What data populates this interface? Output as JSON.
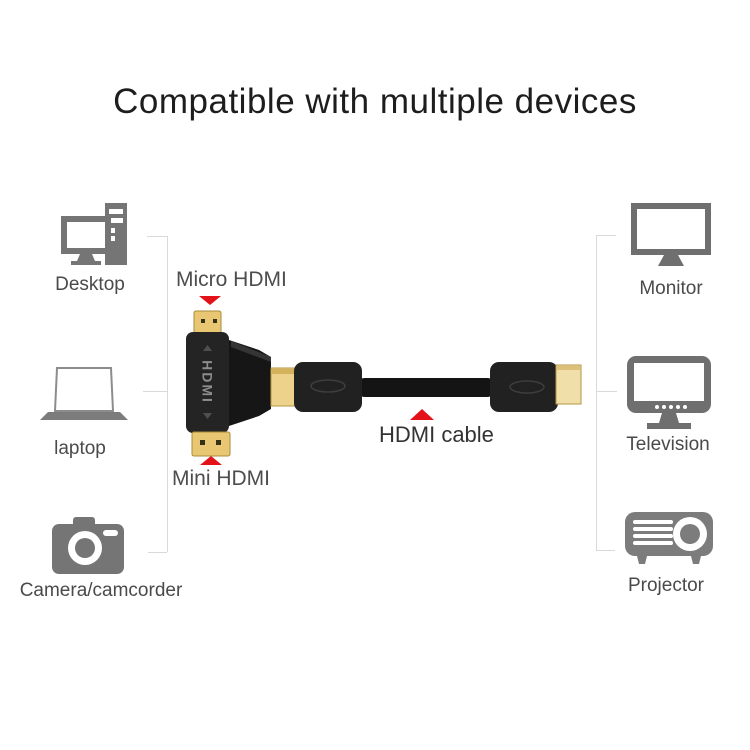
{
  "title": "Compatible with multiple devices",
  "left_devices": [
    {
      "label": "Desktop"
    },
    {
      "label": "laptop"
    },
    {
      "label": "Camera/camcorder"
    }
  ],
  "right_devices": [
    {
      "label": "Monitor"
    },
    {
      "label": "Television"
    },
    {
      "label": "Projector"
    }
  ],
  "adapter": {
    "micro_label": "Micro HDMI",
    "mini_label": "Mini HDMI",
    "body_text": "HDMI"
  },
  "cable": {
    "label": "HDMI cable"
  },
  "colors": {
    "red": "#e31219",
    "gold": "#e8c672",
    "gold_light": "#f0dfa8",
    "black_plastic": "#212121",
    "icon_gray": "#757575",
    "icon_gray_right": "#6f6f6f",
    "bracket": "#d9d9d9",
    "text_dark": "#1d1d1d",
    "text_gray": "#4a4a4a"
  }
}
